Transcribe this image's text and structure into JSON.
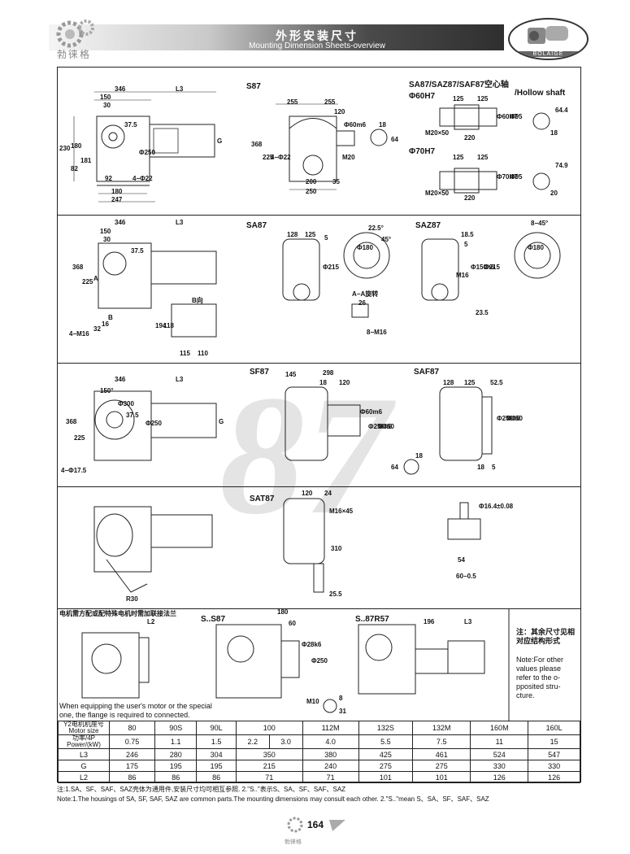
{
  "header": {
    "brand_cn": "勃徕格",
    "title_cn": "外形安装尺寸",
    "title_en": "Mounting Dimension Sheets-overview",
    "logo_brand": "BOLAIGE"
  },
  "watermark": "87",
  "sections": {
    "s87": {
      "label": "S87",
      "dims": [
        "346",
        "150",
        "30",
        "L3",
        "37.5",
        "230",
        "180",
        "82",
        "181",
        "G",
        "Φ250",
        "92",
        "4−Φ22",
        "180",
        "247",
        "255",
        "255",
        "120",
        "18",
        "Φ60m6",
        "64",
        "M20",
        "368",
        "225",
        "4−Φ22",
        "200",
        "35",
        "250"
      ]
    },
    "hollow": {
      "title": "SA87/SAZ87/SAF87空心轴",
      "title_en": "/Hollow shaft",
      "h1": "Φ60H7",
      "h2": "Φ70H7",
      "dims1": [
        "125",
        "125",
        "64.4",
        "Φ60H7",
        "Φ95",
        "M20×50",
        "220",
        "18"
      ],
      "dims2": [
        "125",
        "125",
        "74.9",
        "Φ70H7",
        "Φ95",
        "M20×50",
        "220",
        "20"
      ]
    },
    "sa87": {
      "label": "SA87",
      "dims": [
        "346",
        "L3",
        "150",
        "30",
        "37.5",
        "368",
        "225",
        "A",
        "B",
        "B向",
        "194",
        "118",
        "115",
        "110",
        "4−M16",
        "32",
        "16",
        "128",
        "125",
        "5",
        "Φ215",
        "22.5°",
        "45°",
        "Φ180",
        "A−A旋转",
        "26",
        "8−M16"
      ]
    },
    "saz87": {
      "label": "SAZ87",
      "dims": [
        "18.5",
        "5",
        "M16",
        "Φ150h6",
        "Φ215",
        "23.5",
        "8−45°",
        "Φ180"
      ]
    },
    "sf87": {
      "label": "SF87",
      "dims": [
        "346",
        "L3",
        "150°",
        "Φ300",
        "37.5",
        "368",
        "225",
        "4−Φ17.5",
        "Φ250",
        "G",
        "145",
        "298",
        "18",
        "120",
        "Φ60m6",
        "Φ250h6",
        "Φ350",
        "18",
        "64"
      ]
    },
    "saf87": {
      "label": "SAF87",
      "dims": [
        "128",
        "125",
        "52.5",
        "Φ250h6",
        "Φ350",
        "18",
        "5"
      ]
    },
    "sat87": {
      "label": "SAT87",
      "dims": [
        "120",
        "24",
        "M16×45",
        "310",
        "25.5",
        "R30",
        "Φ16.4±0.08",
        "54",
        "60−0.5"
      ]
    },
    "adapter": {
      "note_cn": "电机需方配或配特殊电机时需加联接法兰",
      "note_en": "When equipping the user's motor or the special one, the flange is required to connected.",
      "l2": "L2",
      "s87_label": "S..S87",
      "s87_dims": [
        "180",
        "60",
        "Φ28k6",
        "Φ250",
        "8",
        "31",
        "M10"
      ],
      "r57_label": "S..87R57",
      "r57_dims": [
        "196",
        "L3"
      ]
    },
    "side_note": {
      "cn": "注：其余尺寸见相对应结构形式",
      "en": "Note:For other values please refer to the o-pposited stru-cture."
    }
  },
  "table": {
    "headers": {
      "motor_cn": "Y2电机机座号",
      "motor_en": "Motor size",
      "power_cn": "功率/4P",
      "power_en": "Power/(kW)"
    },
    "motor_sizes": [
      "80",
      "90S",
      "90L",
      "100",
      "112M",
      "132S",
      "132M",
      "160M",
      "160L"
    ],
    "power": [
      "0.75",
      "1.1",
      "1.5",
      "2.2",
      "3.0",
      "4.0",
      "5.5",
      "7.5",
      "11",
      "15"
    ],
    "rows": [
      {
        "name": "L3",
        "values": [
          "246",
          "280",
          "304",
          "350",
          "380",
          "425",
          "461",
          "524",
          "547"
        ]
      },
      {
        "name": "G",
        "values": [
          "175",
          "195",
          "195",
          "215",
          "240",
          "275",
          "275",
          "330",
          "330"
        ]
      },
      {
        "name": "L2",
        "values": [
          "86",
          "86",
          "86",
          "71",
          "71",
          "101",
          "101",
          "126",
          "126"
        ]
      }
    ]
  },
  "footnotes": {
    "cn": "注:1.SA、SF、SAF、SAZ壳体为通用件,安装尺寸均可相互参照. 2.\"S..\"表示S、SA、SF、SAF、SAZ",
    "en": "Note:1.The housings of SA, SF, SAF, SAZ are common parts.The mounting dimensions may consult each other. 2.\"S..\"mean S、SA、SF、SAF、SAZ"
  },
  "page": {
    "number": "164",
    "brand_cn": "勃徕格"
  }
}
